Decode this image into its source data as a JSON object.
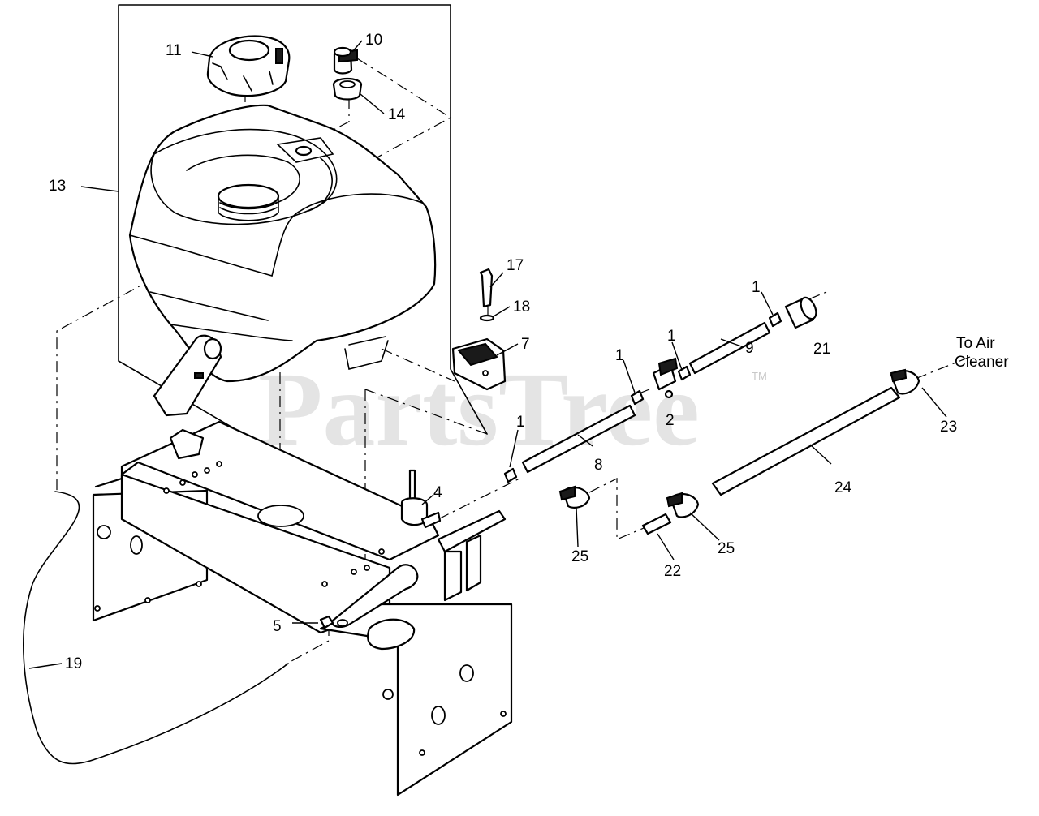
{
  "watermark": {
    "text": "PartsTree",
    "trademark": "TM"
  },
  "note": {
    "line1": "To Air",
    "line2": "Cleaner"
  },
  "callouts": [
    {
      "id": "c11",
      "label": "11"
    },
    {
      "id": "c10",
      "label": "10"
    },
    {
      "id": "c14",
      "label": "14"
    },
    {
      "id": "c13",
      "label": "13"
    },
    {
      "id": "c17",
      "label": "17"
    },
    {
      "id": "c18",
      "label": "18"
    },
    {
      "id": "c7",
      "label": "7"
    },
    {
      "id": "c1a",
      "label": "1"
    },
    {
      "id": "c1b",
      "label": "1"
    },
    {
      "id": "c1c",
      "label": "1"
    },
    {
      "id": "c1d",
      "label": "1"
    },
    {
      "id": "c21",
      "label": "21"
    },
    {
      "id": "c9",
      "label": "9"
    },
    {
      "id": "c2",
      "label": "2"
    },
    {
      "id": "c8",
      "label": "8"
    },
    {
      "id": "c23",
      "label": "23"
    },
    {
      "id": "c24",
      "label": "24"
    },
    {
      "id": "c4",
      "label": "4"
    },
    {
      "id": "c25a",
      "label": "25"
    },
    {
      "id": "c25b",
      "label": "25"
    },
    {
      "id": "c22",
      "label": "22"
    },
    {
      "id": "c5",
      "label": "5"
    },
    {
      "id": "c19",
      "label": "19"
    }
  ]
}
